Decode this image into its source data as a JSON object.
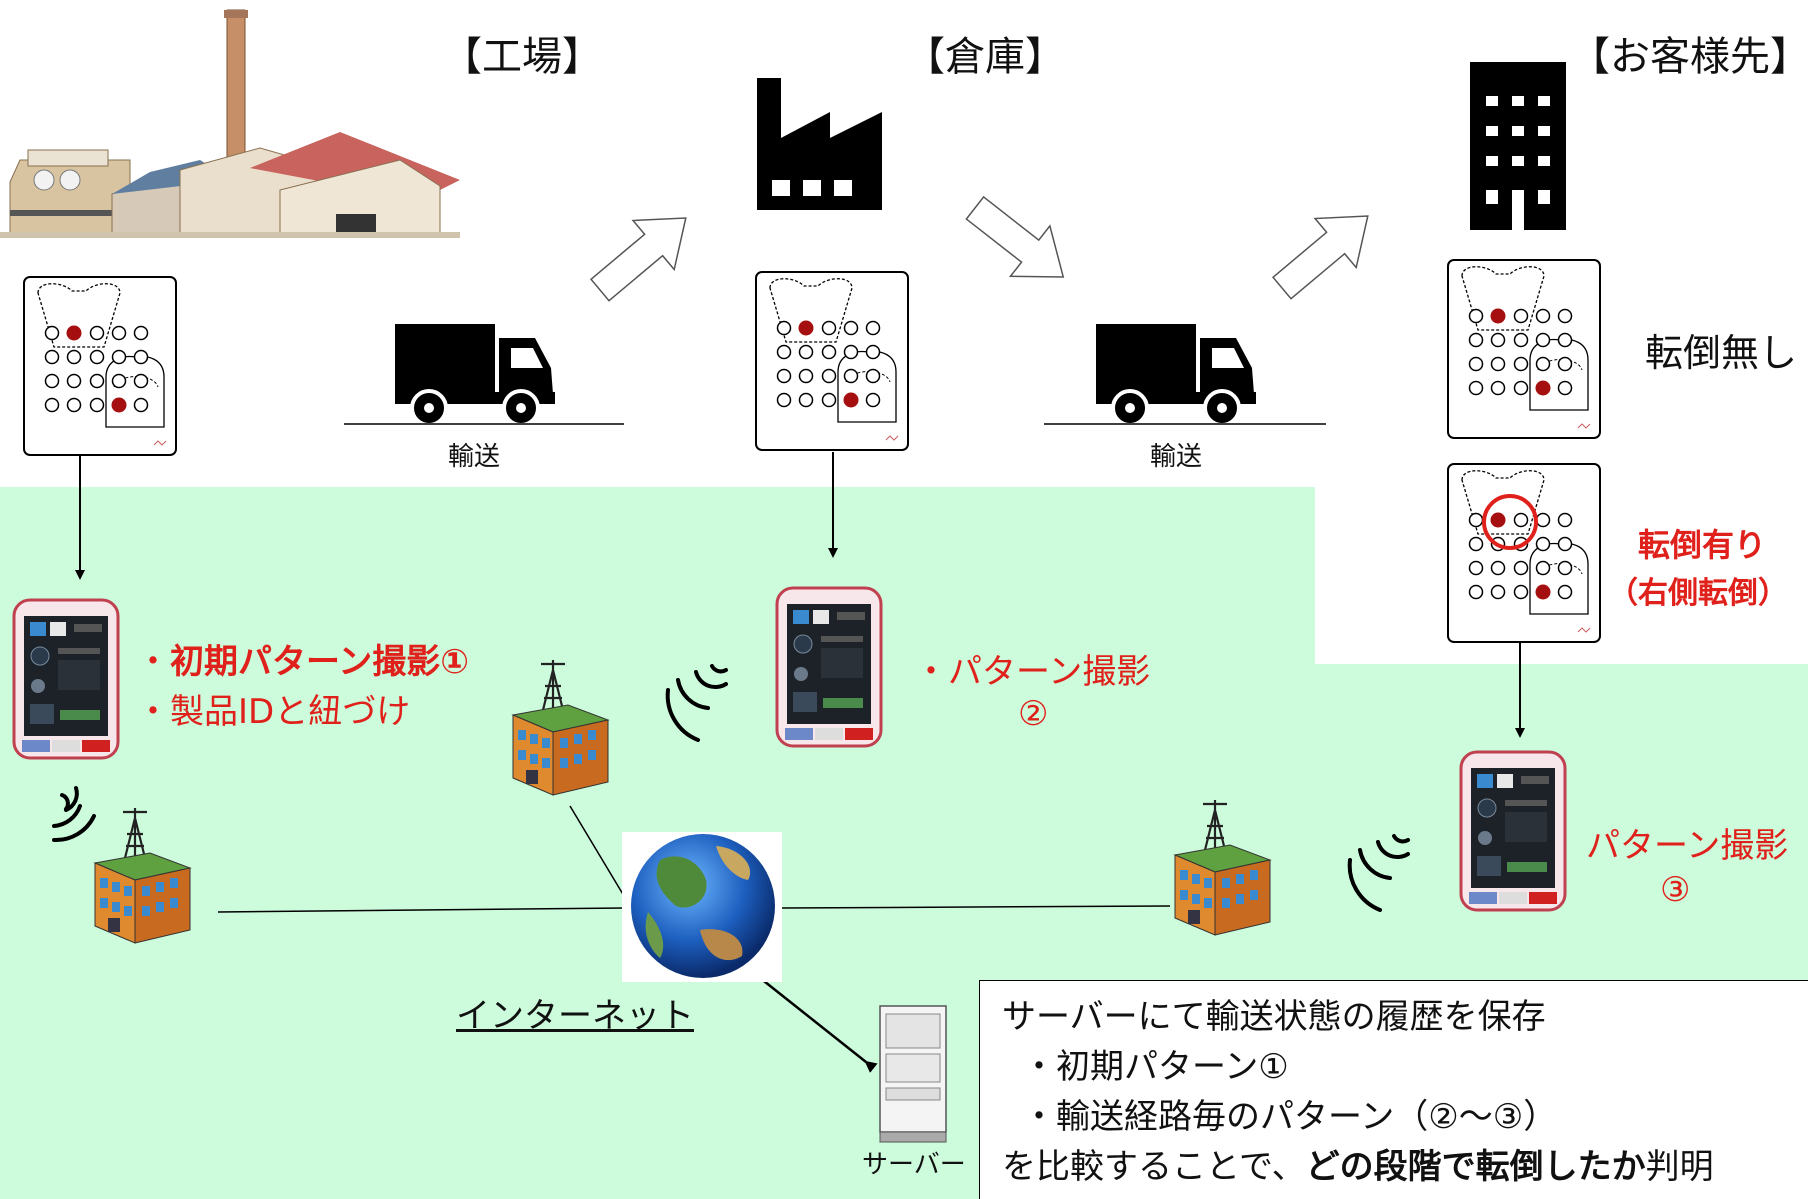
{
  "stages": {
    "factory": "【工場】",
    "warehouse": "【倉庫】",
    "customer": "【お客様先】"
  },
  "transport": {
    "label1": "輸送",
    "label2": "輸送"
  },
  "results": {
    "no_tip": "転倒無し",
    "tipped": "転倒有り",
    "tipped_detail": "（右側転倒）"
  },
  "captures": {
    "c1_line1_prefix": "・",
    "c1_line1_bold": "初期パターン撮影①",
    "c1_line2": "・製品IDと紐づけ",
    "c2_line1": "・パターン撮影",
    "c2_line2": "②",
    "c3_line1": "パターン撮影",
    "c3_line2": "③"
  },
  "network": {
    "internet": "インターネット",
    "server": "サーバー"
  },
  "summary": {
    "line1": "サーバーにて輸送状態の履歴を保存",
    "line2": "・初期パターン①",
    "line3": "・輸送経路毎のパターン（②～③）",
    "line4_pre": "を比較することで、",
    "line4_bold1": "どの段階で",
    "line4_bold2": "転倒したか",
    "line4_post": "判明"
  },
  "colors": {
    "green_bg": "#ccfcdc",
    "accent_red": "#e0201a",
    "dot_red": "#a50f0f"
  }
}
